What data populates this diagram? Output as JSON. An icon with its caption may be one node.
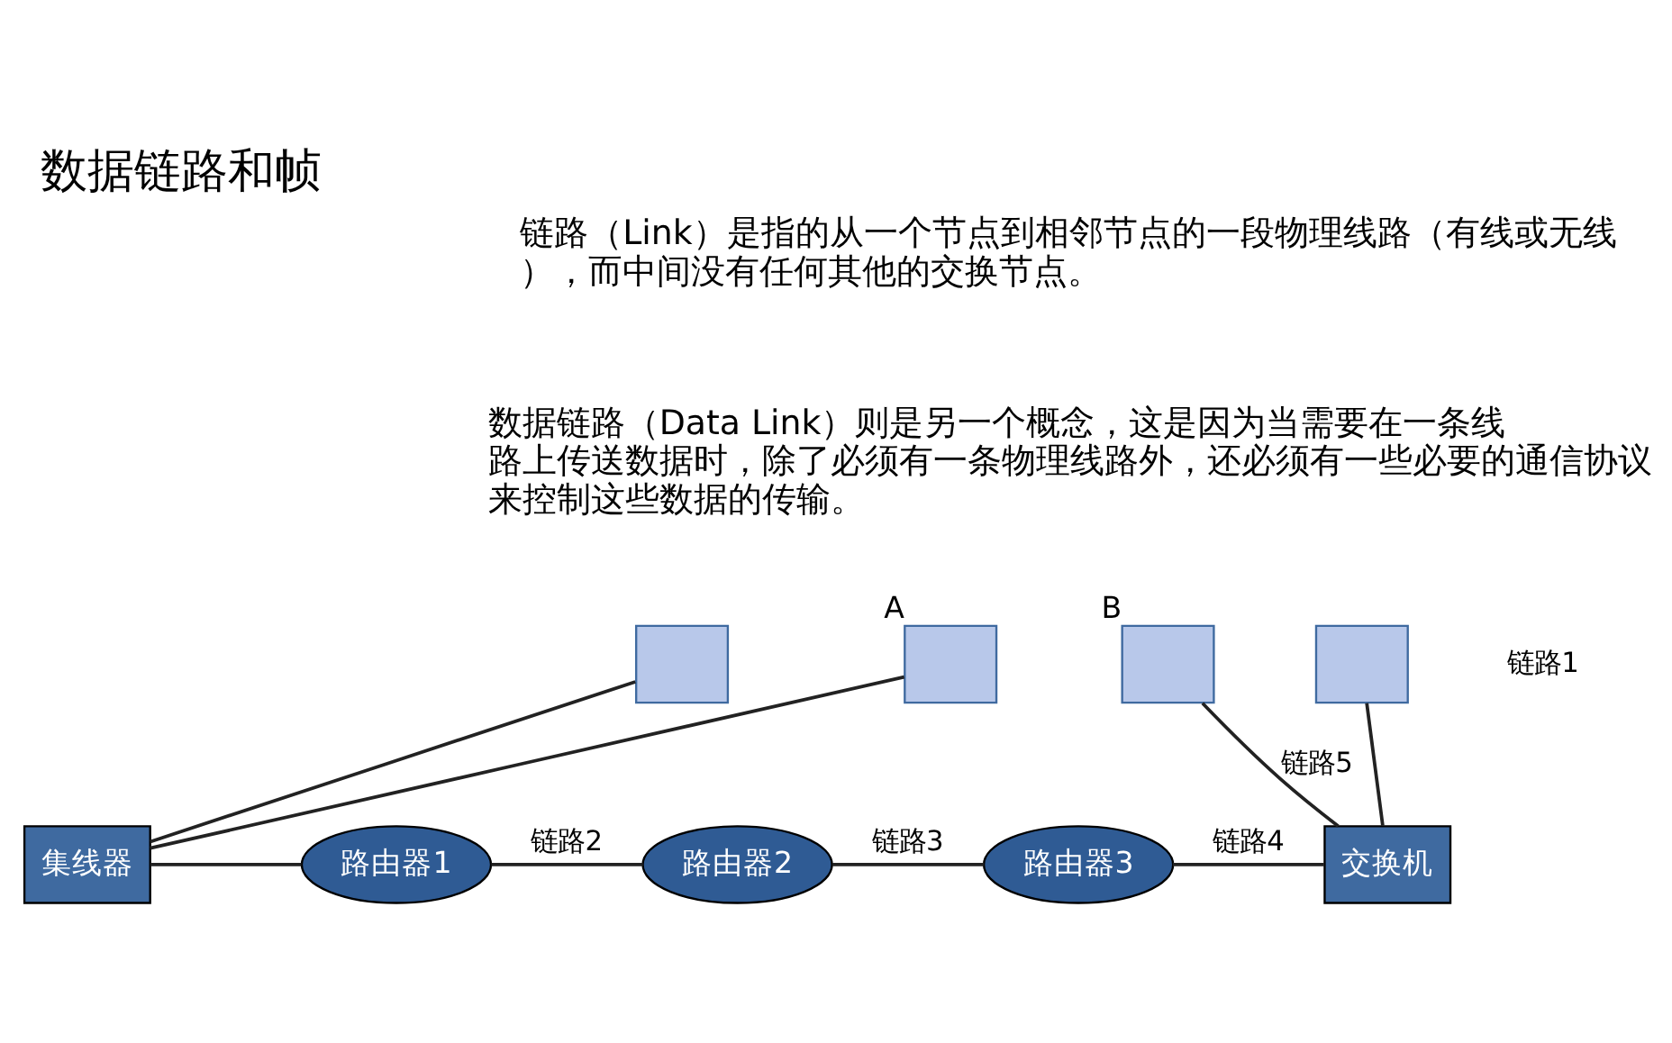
{
  "diagram": {
    "title": "数据链路和帧",
    "nodes": [
      {
        "text": [],
        "shape": "computer"
      },
      {
        "text": [],
        "shape": "computer",
        "beside": [
          "A"
        ]
      },
      {
        "text": [
          "集线器"
        ]
      },
      {
        "text": [
          "路由器1"
        ]
      },
      {
        "text": [
          "路由器2"
        ]
      },
      {
        "text": [
          "路由器3"
        ]
      },
      {
        "text": [],
        "shape": "computer",
        "beside": [
          "B"
        ]
      },
      {
        "text": [],
        "shape": "computer"
      },
      {
        "text": [
          "交换机"
        ]
      }
    ],
    "edges": [
      {
        "from": 0,
        "to": 2,
        "arrow": "none"
      },
      {
        "from": 1,
        "to": 2,
        "arrow": "none"
      },
      {
        "from": 2,
        "to": 3,
        "arrow": "none"
      },
      {
        "from": 3,
        "to": 4,
        "label": "链路2",
        "arrow": "none"
      },
      {
        "from": 4,
        "to": 5,
        "label": "链路3",
        "arrow": "none"
      },
      {
        "from": 5,
        "to": 8,
        "label": "链路4",
        "arrow": "none"
      },
      {
        "from": 6,
        "to": 8,
        "label": "链路5",
        "arrow": "none"
      },
      {
        "from": 7,
        "to": 8,
        "arrow": "none"
      }
    ],
    "labels": [
      "链路（Link）是指的从一个节点到相邻节点的一段物理线路（有线或无线），而中间没有任何其他的交换节点。",
      "数据链路（Data Link）则是另一个概念，这是因为当需要在一条线路上传送数据时，除了必须有一条物理线路外，还必须有一些必要的通信协议来控制这些数据的传输。",
      "链路1"
    ]
  }
}
